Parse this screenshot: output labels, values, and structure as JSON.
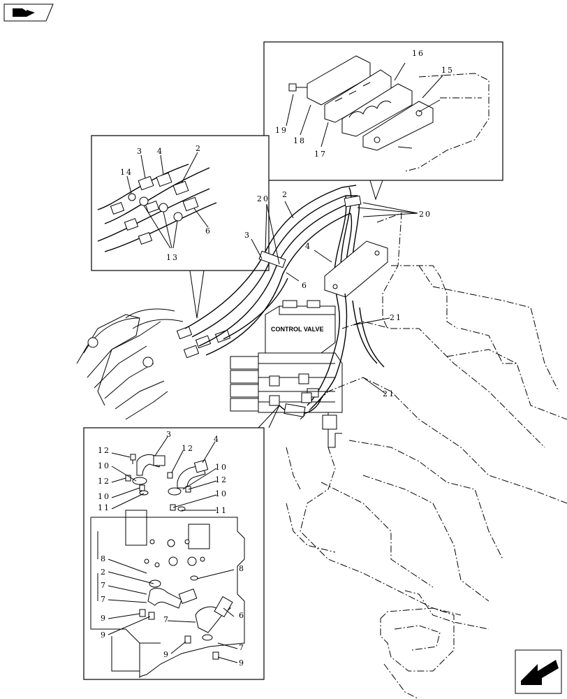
{
  "nav": {
    "top_icon": "book-arrow-icon",
    "bottom_icon": "next-page-arrow-icon"
  },
  "main_block": {
    "label": "CONTROL VALVE"
  },
  "callouts": {
    "top_inset": [
      "16",
      "15",
      "19",
      "18",
      "17"
    ],
    "left_inset": [
      "3",
      "4",
      "2",
      "14",
      "6",
      "13"
    ],
    "main": [
      "20",
      "2",
      "20",
      "3",
      "4",
      "6",
      "21",
      "21"
    ],
    "bottom_inset": [
      "3",
      "4",
      "12",
      "12",
      "10",
      "10",
      "12",
      "12",
      "10",
      "10",
      "11",
      "11",
      "8",
      "8",
      "2",
      "7",
      "7",
      "6",
      "9",
      "7",
      "9",
      "9",
      "7",
      "9"
    ]
  }
}
